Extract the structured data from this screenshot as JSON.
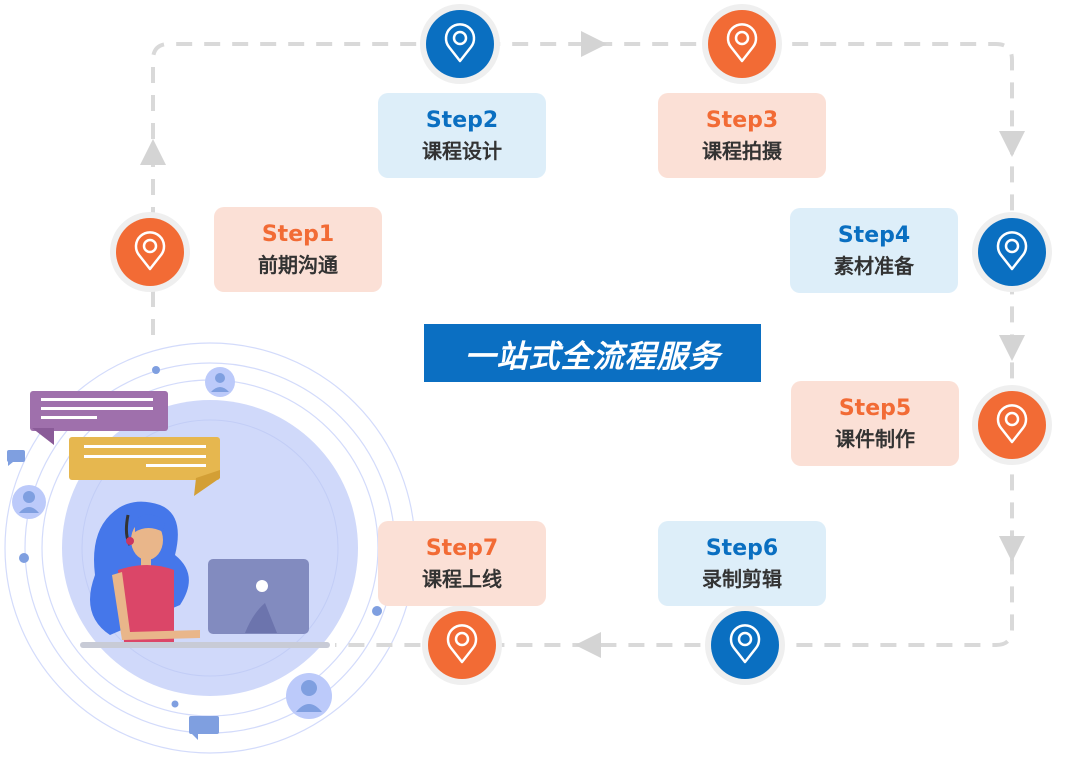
{
  "title": "一站式全流程服务",
  "colors": {
    "orange": "#f26b35",
    "blue": "#0a6fc1",
    "orange_bg": "#fbe0d6",
    "blue_bg": "#ddeef9"
  },
  "steps": [
    {
      "step": "Step1",
      "name": "前期沟通",
      "color": "orange"
    },
    {
      "step": "Step2",
      "name": "课程设计",
      "color": "blue"
    },
    {
      "step": "Step3",
      "name": "课程拍摄",
      "color": "orange"
    },
    {
      "step": "Step4",
      "name": "素材准备",
      "color": "blue"
    },
    {
      "step": "Step5",
      "name": "课件制作",
      "color": "orange"
    },
    {
      "step": "Step6",
      "name": "录制剪辑",
      "color": "blue"
    },
    {
      "step": "Step7",
      "name": "课程上线",
      "color": "orange"
    }
  ]
}
